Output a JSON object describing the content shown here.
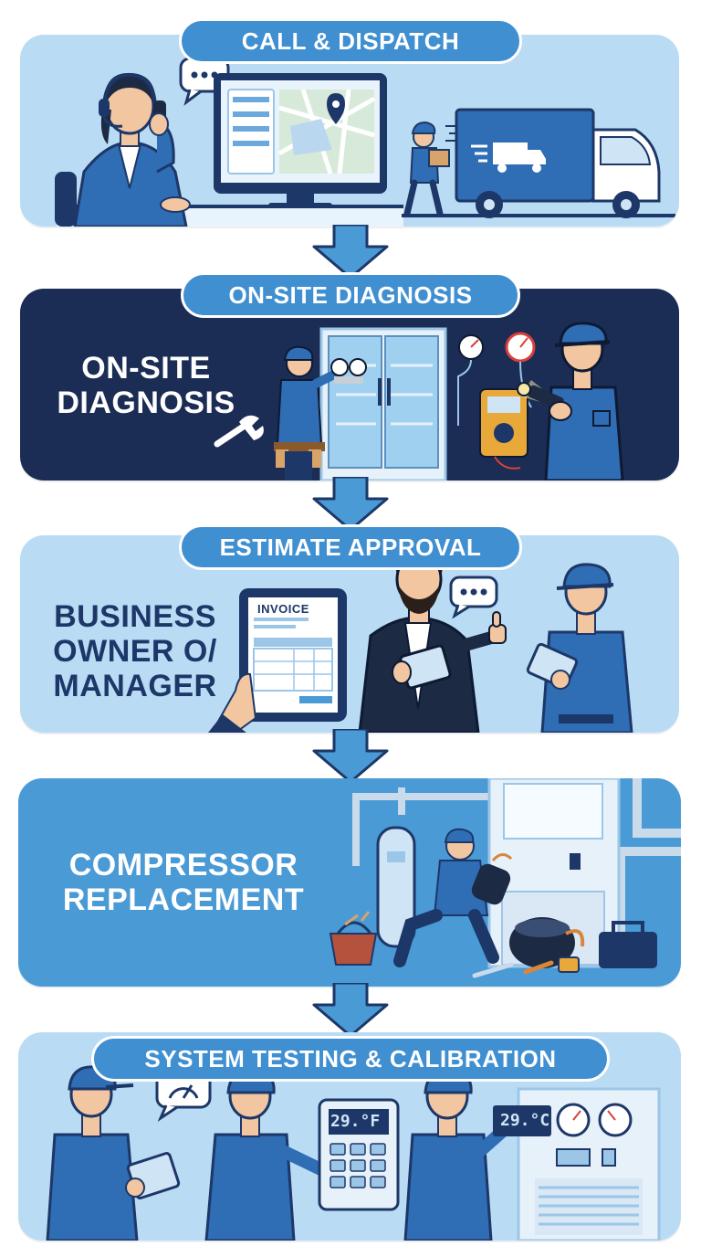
{
  "colors": {
    "panel_light": "#b9dcf4",
    "panel_mid": "#4a9ad6",
    "panel_dark": "#1b2d55",
    "pill": "#3f8fd1",
    "navy": "#1d3768",
    "uniform": "#2f6db5",
    "arrow_fill": "#4a9ad6",
    "arrow_stroke": "#1d3768"
  },
  "icons": [
    "headset-icon",
    "map-pin-icon",
    "delivery-truck-icon",
    "speech-bubble-icon",
    "wrench-icon",
    "pressure-gauge-icon",
    "multimeter-icon",
    "flashlight-icon",
    "tablet-icon",
    "thumbs-up-icon",
    "compressor-icon",
    "toolbox-icon",
    "thermostat-icon",
    "speedometer-icon"
  ],
  "steps": [
    {
      "title": "CALL & DISPATCH"
    },
    {
      "title": "ON-SITE DIAGNOSIS",
      "heading_line1": "ON-SITE",
      "heading_line2": "DIAGNOSIS"
    },
    {
      "title": "ESTIMATE APPROVAL",
      "heading_line1": "BUSINESS",
      "heading_line2": "OWNER O/",
      "heading_line3": "MANAGER",
      "invoice_label": "INVOICE"
    },
    {
      "title": "COMPRESSOR REPLACEMENT",
      "heading_line1": "COMPRESSOR",
      "heading_line2": "REPLACEMENT"
    },
    {
      "title": "SYSTEM TESTING & CALIBRATION",
      "display_1": "29.°F",
      "display_2": "29.°C"
    }
  ]
}
